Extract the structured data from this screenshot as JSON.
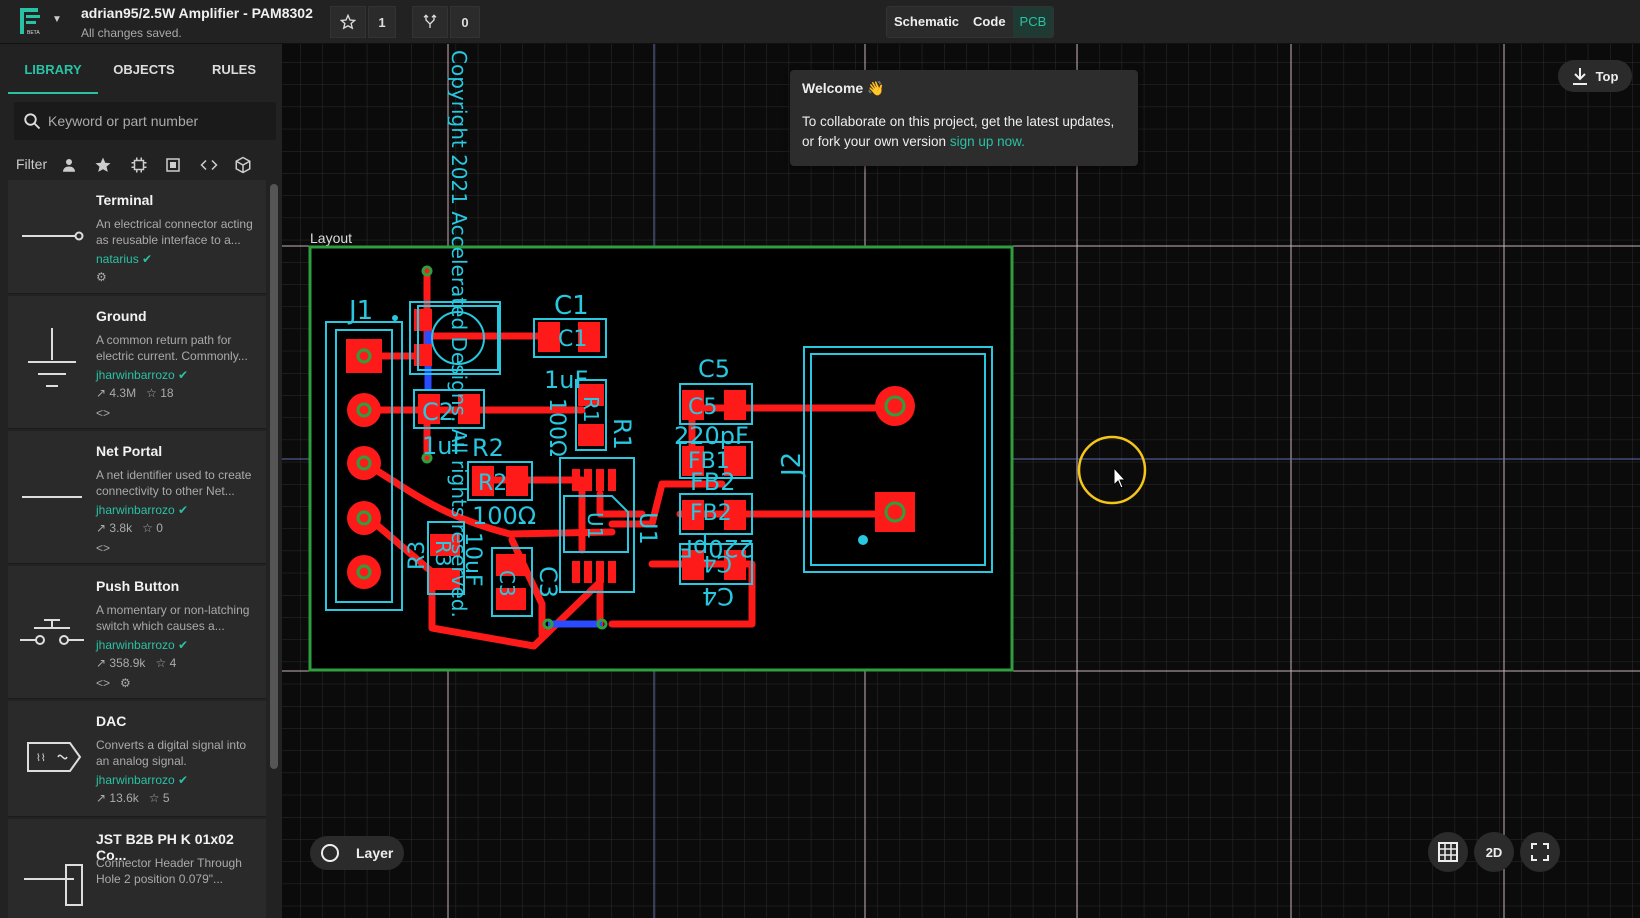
{
  "header": {
    "project_title": "adrian95/2.5W Amplifier - PAM8302",
    "status": "All changes saved.",
    "logo_badge": "BETA",
    "star_count": "1",
    "fork_count": "0",
    "views": [
      "Schematic",
      "Code",
      "PCB"
    ],
    "active_view": "PCB"
  },
  "sidebar": {
    "tabs": [
      "LIBRARY",
      "OBJECTS",
      "RULES"
    ],
    "search_placeholder": "Keyword or part number",
    "filter_label": "Filter",
    "items": [
      {
        "title": "Terminal",
        "desc": "An electrical connector acting as reusable interface to a...",
        "author": "natarius"
      },
      {
        "title": "Ground",
        "desc": "A common return path for electric current. Commonly...",
        "author": "jharwinbarrozo",
        "uses": "4.3M",
        "stars": "18"
      },
      {
        "title": "Net Portal",
        "desc": "A net identifier used to create connectivity to other Net...",
        "author": "jharwinbarrozo",
        "uses": "3.8k",
        "stars": "0"
      },
      {
        "title": "Push Button",
        "desc": "A momentary or non-latching switch which causes a...",
        "author": "jharwinbarrozo",
        "uses": "358.9k",
        "stars": "4"
      },
      {
        "title": "DAC",
        "desc": "Converts a digital signal into an analog signal.",
        "author": "jharwinbarrozo",
        "uses": "13.6k",
        "stars": "5"
      },
      {
        "title": "JST B2B PH K 01x02 Co...",
        "desc": "Connector Header Through Hole 2 position 0.079\"..."
      }
    ]
  },
  "toast": {
    "title": "Welcome 👋",
    "body": "To collaborate on this project, get the latest updates, or fork your own version",
    "link": "sign up now."
  },
  "canvas": {
    "top_label": "Top",
    "layer_label": "Layer",
    "mode_2d": "2D",
    "layout_label": "Layout",
    "copyright": "Copyright 2021 Accelerated Designs. All rights reserved.",
    "refs": {
      "j1": "J1",
      "j2": "J2",
      "c1": "C1",
      "c2": "C2",
      "c3": "C3",
      "c4": "C4",
      "c5": "C5",
      "r1": "R1",
      "r2": "R2",
      "r3": "R3",
      "u1": "U1",
      "fb1": "FB1",
      "fb2": "FB2",
      "v_1uf": "1uF",
      "v_100r": "100Ω",
      "v_220pf": "220pF",
      "v_10uf": "10uF"
    }
  },
  "colors": {
    "accent": "#29c2a5",
    "copper": "#ff1a1a",
    "silkscreen": "#27c8e0",
    "board_outline": "#2e9e3e",
    "grid_major": "#e8d0da",
    "highlight_ring": "#f5c518"
  }
}
